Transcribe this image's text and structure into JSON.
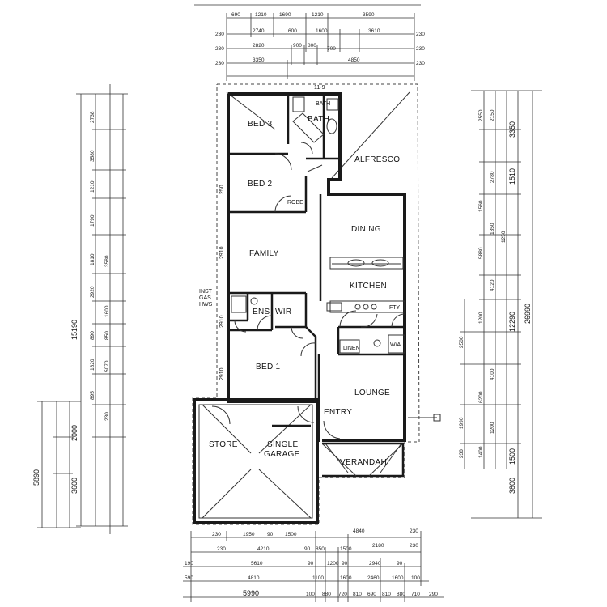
{
  "rooms": {
    "bed3": "BED 3",
    "bath": "BATH",
    "bath_small": "BATH",
    "alfresco": "ALFRESCO",
    "bed2": "BED 2",
    "robe": "ROBE",
    "dining": "DINING",
    "family": "FAMILY",
    "kitchen": "KITCHEN",
    "ens": "ENS",
    "wir": "WIR",
    "bed1": "BED 1",
    "lounge": "LOUNGE",
    "entry": "ENTRY",
    "store": "STORE",
    "garage_line1": "SINGLE",
    "garage_line2": "GARAGE",
    "verandah": "VERANDAH",
    "fty": "FTY",
    "wa": "W/A",
    "linen": "LINEN",
    "hws": "INST\nGAS\nHWS"
  },
  "dims_top": {
    "row1": [
      "690",
      "1210",
      "1690",
      "1210",
      "3590"
    ],
    "row2": [
      "2740",
      "600",
      "1600",
      "3610"
    ],
    "row3": [
      "2820",
      "900",
      "800",
      "700"
    ],
    "row4": [
      "3350",
      "4850"
    ],
    "edge": [
      "230",
      "230",
      "230",
      "230",
      "230",
      "230"
    ]
  },
  "dims_left": {
    "overall": "15190",
    "garage_side": [
      "5890",
      "2000",
      "3600"
    ],
    "stack": [
      "2738",
      "3580",
      "1210",
      "1790",
      "1810",
      "3580",
      "2920",
      "1600",
      "890",
      "850",
      "1820",
      "5070",
      "895",
      "230"
    ]
  },
  "dims_right": {
    "overall": "26990",
    "mid": "12290",
    "upper": [
      "3350",
      "1510"
    ],
    "lower": [
      "3800",
      "1500"
    ],
    "stack": [
      "2550",
      "2150",
      "2780",
      "1560",
      "5880",
      "1350",
      "4120",
      "1250",
      "1200",
      "2500",
      "4100",
      "6200",
      "1990",
      "1200",
      "1400",
      "230"
    ]
  },
  "dims_bottom": {
    "row1": [
      "230",
      "1950",
      "90",
      "1500",
      "4840",
      "230"
    ],
    "row2": [
      "230",
      "4210",
      "90",
      "850",
      "1500",
      "2180",
      "230"
    ],
    "row3": [
      "190",
      "5610",
      "90",
      "1200",
      "90",
      "2940",
      "90"
    ],
    "row4": [
      "590",
      "4810",
      "1100",
      "1600",
      "2460",
      "1600",
      "100"
    ],
    "row5": [
      "5990",
      "100",
      "880",
      "720",
      "810",
      "690",
      "810",
      "880",
      "710",
      "290"
    ]
  },
  "marks": {
    "small_dims": [
      "250",
      "2910",
      "2910",
      "2910",
      "11-9"
    ]
  }
}
